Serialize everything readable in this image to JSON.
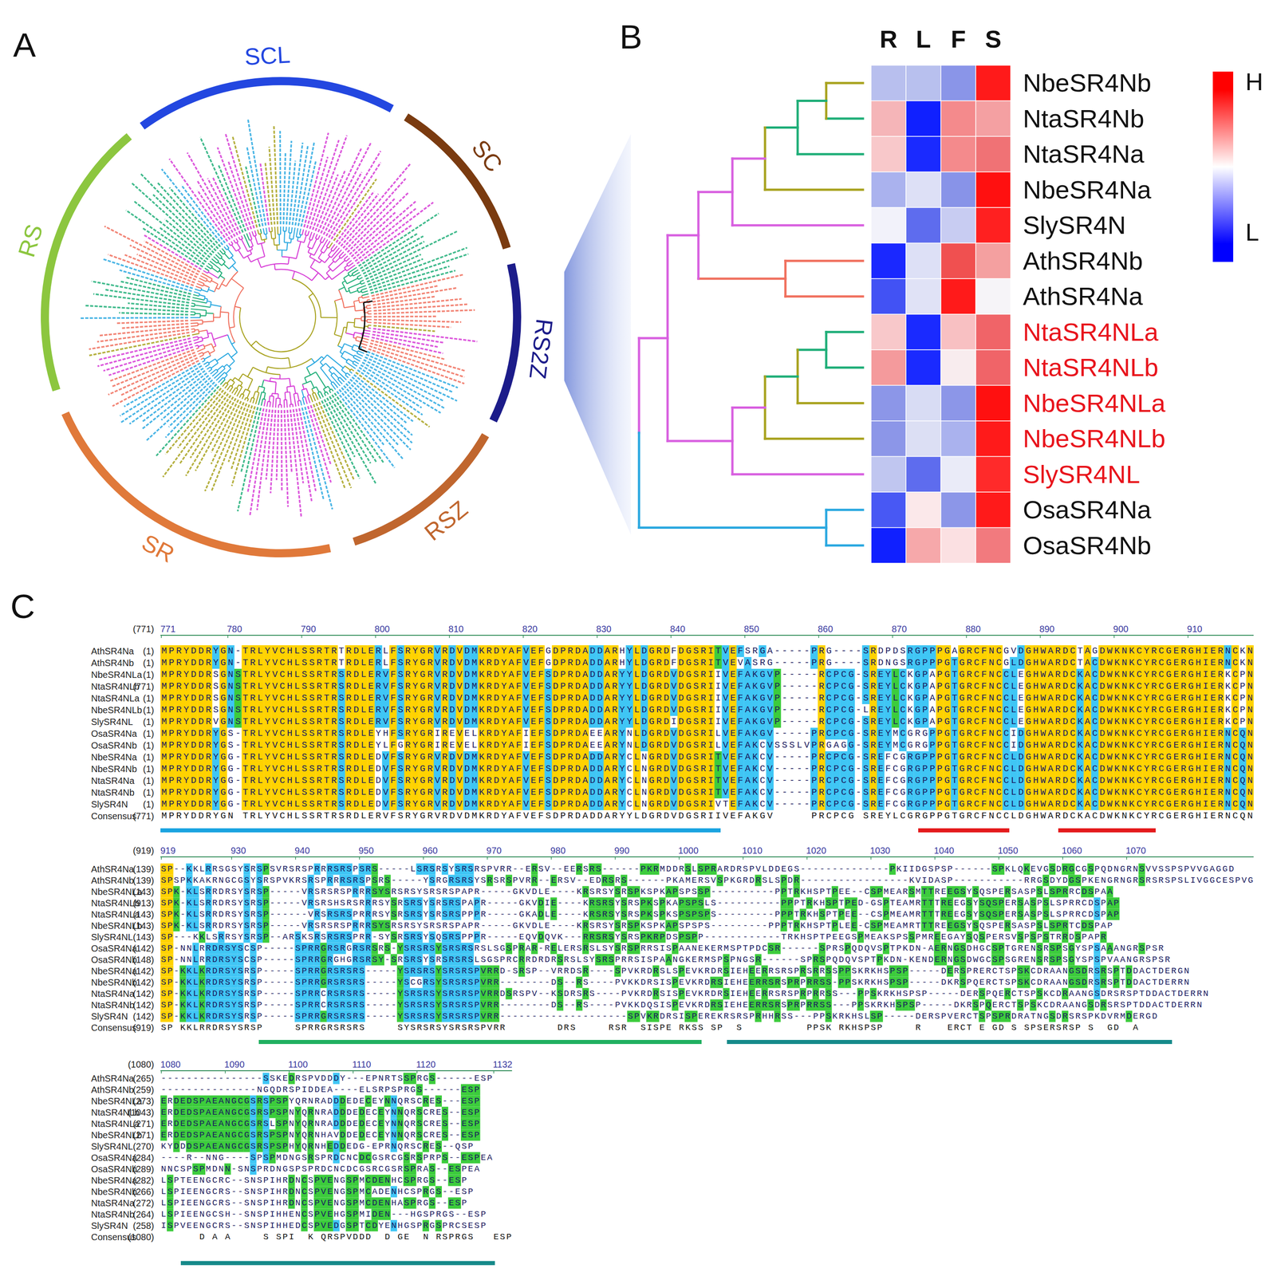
{
  "diagram": {
    "labels": [
      "A",
      "SCL",
      "SC",
      "RS2Z",
      "RSZ",
      "SR",
      "RS",
      "B",
      "R",
      "L",
      "F",
      "S",
      "NbeSR4Nb",
      "NtaSR4Nb",
      "NtaSR4Na",
      "NbeSR4Na",
      "SlySR4N",
      "AthSR4Nb",
      "AthSR4Na",
      "NtaSR4NLa",
      "NtaSR4NLb",
      "NbeSR4NLa",
      "NbeSR4NLb",
      "SlySR4NL",
      "OsaSR4Na",
      "OsaSR4Nb",
      "C",
      "(771)",
      "771",
      "780",
      "790",
      "800",
      "810",
      "820",
      "830",
      "840",
      "850",
      "860",
      "870",
      "880",
      "890",
      "900",
      "910",
      "AthSR4Na",
      "(1)",
      "MPRYDDRYGN-TRLYVCHLSSRTRTRDLERLFSRYGRVRDVDMKRDYAFVEFGDPRDADDARHYLDGRDFDGSRITVEFSRGA-----PRG----SRDPDSRGPPPGAGRCFNCGVDGHWARDCTAGDWKNKCYRCGERGHIERNCKN",
      "AthSR4Nb",
      "(1)",
      "MPRYDDRYGN-TRLYVCHLSSRTRTRDLERLFSRYGRVRDVDMKRDYAFVEFGDPRDADDARHYLDGRDFDGSRITVEVASRG-----PRG----SRDNGSRGPPPGTGRCFNCGLDGHWARDCTACDWKNKCYRCGERGHIERNCKN",
      "NbeSR4NLa",
      "(1)",
      "MPRYDDRSGNSTRLYVCHLSSRTRSRDLERVFSRYGRVRDVDMKRDYAFVEFSDPRDADDARYYLDGRDVDGSRIIVEFAKGVP-----RCPCG-SREYLCKGPAPGTGRCFNCCLEGHWARDCKACDWKNKCYRCGERGHIERKCPN",
      "NtaSR4NLb",
      "(771)",
      "MPRYDDRSGNSTRLYVCHLSSRTRSRDLERVFSRYGRVRDVDMKRDYAFVEFSDPRDADDARYYLDGRDVDGSRIIVEFAKGVP-----RCPCG-SREYLCKGPAPGTGRCFNCCLEGHWARDCKACDWKNKCYRCGERGHIERKCPN",
      "NtaSR4NLa",
      "(1)",
      "MPRYDDRSGNSTRLYVCHLSSRTRSRDLERVFSRYGRVRDVDMKRDYAFVEFSDPRDADDARYYLDGRDVDGSRIIVEFAKGVP-----RCPCG-SREYLCKGPAPGTGRCFNCCLEGHWARDCKACDWKNKCYRCGERGHIERKCPN",
      "NbeSR4NLb",
      "(1)",
      "MPRYDDRSGNSTRLYVCHLSSRTRSRDLERVFSRYGRVRDVDMKRDYAFVEFSDPRDADDARYYLDGRDVDGSRIIVEFAKGVP-----RCPCG-LREYLCKGPAPGTGRCFNCCLEGHWARDCKACDWKNKCYRCGERGHIERKCPN",
      "SlySR4NL",
      "(1)",
      "MPRYDDRVGNSTRLYVCHLSSRTRSRDLERVFSRYGRVRDVDMKRDYAFVEFSDPRDADDARYYLDGRDIDGSRIIVEFAKGVP-----RCPCG-SREYLCKGPAPGTGRCFNCCLEGHWARDCKACDWKNKCYRCGERGHIERKCPN",
      "OsaSR4Na",
      "(1)",
      "MPRYDDRYGS-TRLYVCHLSSRTRSRDLEYHFSRYGRIREVELKRDYAFIEFSDPRDAEEARYNLDGRDVDGSRILVEFAKGV-----PRCPCG-SREYMCGRGPPGTGRCFNCCIDGHWARDCKACDWKNKCYRCGERGHIERNCQN",
      "OsaSR4Nb",
      "(1)",
      "MPRYDDRYGS-TRLYVCHLSSRTRSRDLEYLFGRYGRIREVELKRDYAFIEFSDPRDAEEARYNLDGRDVDGSRILVEFAKCVSSSLVPRGAGG-SREYMCGRGPPGTGRCFNCCIDGHWARDCKACDWKNKCYRCGERGHIERNCQN",
      "NbeSR4Na",
      "(1)",
      "MPRYDDRYGG-TRLYVCHLSSRTRSRDLEDVFSRYGRVRDVDMKRDYAFVEFSDPRDADDARYCLNGRDVDGSRITVEFAKCV-----PRCPCG-SREFCGRGPPPGTGRCFNCCLDGHWARDCKACDWKNKCYRCGERGHIERNCQN",
      "NbeSR4Nb",
      "(1)",
      "MPRYDDRYGG-TRLYVCHLSSRTRSRDLEDVFSRYGRVRDVDMKRDYAFVEFSDPRDADDARYCLNGRDVDGSRITVEFAKCV-----PRCPCG-SREFCGRGPPPGTGRCFNCCLDGHWARDCKACDWKNKCYRCGERGHIERNCQN",
      "NtaSR4Na",
      "(1)",
      "MPRYDDRYGG-TRLYVCHLSSRTRSRDLEDVFSRYGRVRDVDMKRDYAFVEFSDPRDADDARYCLNGRDVDGSRITVEFAKCV-----PRCPCG-SREFCGRGPPPGTGRCFNCCLDGHWARDCKACDWKNKCYRCGERGHIERNCQN",
      "NtaSR4Nb",
      "(1)",
      "MPRYDDRYGG-TRLYVCHLSSRTRSRDLEDVFSRYGRVRDVDMKRDYAFVEFSDPRDADDARYCLNGRDVDGSRITVEFAKCV-----PRCPCG-SREFCGRGPPPGTGRCFNCCLDGHWARDCKACDWKNKCYRCGERGHIERNCQN",
      "SlySR4N",
      "(1)",
      "MPRYDDRYGG-TRLYVCHLSSRTRSRDLEDVFSRYGRVRDVDMKRDYAFVEFSDPRDADDARYCLNGRDVDGSRIVTEFAKCV-----PRCPCG-SREFCGRGPPPGTGRCFNCCLDGHWARDCKACDWKNKCYRCGERGHIERNCQN",
      "Consensus",
      "(771)",
      "MPRYDDRYGN TRLYVCHLSSRTRSRDLERVFSRYGRVRDVDMKRDYAFVEFSDPRDADDARYYLDGRDVDGSRIIVEFAKGV     PRCPCG SREYLCGRGPPGTGRCFNCCLDGHWARDCKACDWKNKCYRCGERGHIERNCQN",
      "(919)",
      "919",
      "930",
      "940",
      "950",
      "960",
      "970",
      "980",
      "990",
      "1000",
      "1010",
      "1020",
      "1030",
      "1040",
      "1050",
      "1060",
      "1070",
      "AthSR4Na",
      "(139)",
      "SP--KKLRRSGSYSRSPSVRSRSPRRRSRSPSRS-----LSRSRSYSRSRSPVRR--ERSV--EERSRS------PKRMDDRSLSPRARDRSPVLDDEGS--------------PKIIDGSPSP------SPKLQKEVGSDRGCGSPQDNGRNSVVSSPSPVVGAGGD",
      "AthSR4Nb",
      "(139)",
      "SPSPKKAKRNGCGSYSRSPVKRSRSPRRRSRSPSRS-----YSRGRSRSYSRSRSPVRR--ERSV--EDRSRS------PKAMERSVSPKGRDRSLSPDR-----------------KVIDASP-----------RRGSDYDGSPKENGRNGRSRSRSPSLIVGGCESPVG",
      "NbeSR4NLa",
      "(143)",
      "SPK-KLSRRDRSYSRSP-----VRSRSRSPRRRSYSRSRSYSRSRSPAPR-----GKVDLE----KRSRSYSRSPKSPKAPSPSSP----------PPTRKHSPTPEE--CSPMEARSMTTREEGSYSQSPERSASPSLSPRRCDSPAA",
      "NtaSR4NLb",
      "(913)",
      "SPK-KLSRRDRSYSRSP-----VRSRSHSRSRRRSYSRSRSYSRSRSPAPR-----GKVDIE----KRSRSYSRSPKSPKAPSPSLS----------PPPTRKHSPTPED-GSPTEAMRTTTREEGSYSQSPERSASPSLSPRRCDSPAP",
      "NtaSR4NLa",
      "(143)",
      "SPK-KLSRRDRSYSRSP------VRSRSRSPRRRSYSRSRSYSRSRSPPPR-----GKADLE----KRSRSYSRSPKSPKSPSPSPS---------PPPTRKHSPTPEE--CSPMEAMRTTTREEGSYSQSPERSASPSLSPRRCDSPAP",
      "NbeSR4NLb",
      "(143)",
      "SPK-KLSRRDRSYSRSP-----VRSRSRSPRRRSYSRSRSYSRSRSPAPR-----GKVDLE----KRSRSYSRSPKSPKAPSPSPS---------PPPTRKHSPTPLEE-CSPMEAMRTTTREEGSYSQSPERSASPSLSPRTCDSPAP",
      "SlySR4NL",
      "(143)",
      "SP---KKLSRRSYSRSP--ARSKSRSRSRSPRR-SYSRSRSYSQSRSPPPR-----EQVDQVK---RRSRSYSRSPKRPDSPSPP------------TRKHSPTPEEGSPMEAKSPSSPMREEGAYSQSPERSVSPSPSTRRDSPAPR",
      "OsaSR4Na",
      "(142)",
      "SP-NNLRRDRSYSCSP-----SPRRGRSRGRSRSRS-YSRSRSYSRSRSRSLSGSPRAR-RELERSRSLSYSRSPRRSISPAANEKERMSPTPDCSR------SPRSPQDQVSPTPKDN-AERNGSDHGCSPTGRENSRSPSGYSPSAAANGRSPSR",
      "OsaSR4Nb",
      "(148)",
      "SP-NNLRRDRSYSCSP-----SPRRGRGHGRSRSY-SRSRSYSRSRSRSLSGSPRCRRDRDRSRSLSYSRSPRRSISPAANGKERMSPSPNGSR------SPRSPQDQVSPTPKDN-KENDERNGSDWGCSPSGRENSRSPSGYSPSPVAANGRSPSR",
      "NbeSR4Na",
      "(142)",
      "SP-KKLKRDRSYSRSP-----SPRRGRSRSRS-----YSRSRSYSRSRSPVRRD-SRSP--VRRDSR----SPVKRDRSLSPEVKRDRSIEHEERRSRSPRSRRSSPPSKRKHSPSP-----DERSPRERCTSPSKCDRAANGSDRSRSPTDDACTDERGN",
      "NbeSR4Nb",
      "(142)",
      "SP-KKLKRDRSYSRSP-----SPRRGRSRSRS-----YSCGRSYSRSRSPVRR--------DS--RS----PVKKDRSISPEVKRDRSIEHEERRSRSPRPRRSS-PPSKRKHSPSP-----DKRSPQERCTSPSKCDRAANGSDRSRSPTDDACTDERRN",
      "NtaSR4Na",
      "(142)",
      "SP-KKLKRDRSYSRSP-----SPRRCRSRSRS-----YSRSRSYSRSRSPVRRDSRSPV--KSDRSRS----PVKRDRSISPEVKRDRSIEHEERRSRSPRPRRSS---PPSKRKHSPSP-----DERSPQERCTSPSKCDRAANGSDRSRSPTDDACTDERRN",
      "NtaSR4Nb",
      "(142)",
      "SP-KKLKRDRSYSRSP-----SPRRCRSRSRS-----YSRSRSYSRSRSPVRR--------DS--RS----PVKKDQSISPEVKRDRSIEHEERRSRSPRPRRSS---PPSKRKHSPSP-----DKRSPQERCTSPSKCDRAANGSDRSRSPTDDACTDERRN",
      "SlySR4N",
      "(142)",
      "SP-KKLKRDRSYSRSP-----SPRRGRSRSRS-----YSRSRSYSRSRSPVRR--------------------SPVKRDRSISPEREKRSRSPRHHRSS---PPSKRKHSLSP-----DERSPVERCTSPSPRDRATNGSDRSRSPKDVRMDERGD",
      "Consensus",
      "(919)",
      "SP KKLRRDRSYSRSP     SPRRGRSRSRS     SYSRSRSYSRSRSPVRR        DRS     RSR  SISPE RKSS SP  S          PPSK RKHSPSP     R    ERCT E GD S SPSERSRSP S  GD  A",
      "(1080)",
      "1080",
      "1090",
      "1100",
      "1110",
      "1120",
      "1132",
      "AthSR4Na",
      "(265)",
      "----------------SSKEDRSPVDDDY---EPNRTSSPRGS------ESP",
      "AthSR4Nb",
      "(259)",
      "---------------NGQDRSPIDDEA----ELSRPSPRGS------ESP",
      "NbeSR4NLa",
      "(273)",
      "ERDEDSPAEANGCGSRSPSPYQRNRADDDEDECEYNNQRSCRES---ESP",
      "NtaSR4NLb",
      "(1043)",
      "ERDEDSPAEANGCGSRSPSPNYQRNRADDDEDECEYNNQRSCRES--ESP",
      "NtaSR4NLa",
      "(271)",
      "ERDEDSPAEANGCGSRSLSPNYQRNRADDDEDECEYNNQRSCRES--ESP",
      "NbeSR4NLb",
      "(271)",
      "ERDEDSPAEANGCGSRSPSPNYQRNHAVDDEDECEYNNQRSCRES--ESP",
      "SlySR4NL",
      "(270)",
      "KYDDDSPAEANGCGSRSPSPHYQRNHEDDEDG-EPRNQRSCRES--QSP",
      "OsaSR4Na",
      "(284)",
      "----R--NNG----SPSPMDNGSRSPRDCNCDCGSRCGSRSPRPS--ESPEA",
      "OsaSR4Nb",
      "(289)",
      "NNCSPSPMDNN-SNSPRDNGSPSPRDCNCDCGSRCGSRSPRAS--ESPEA",
      "NbeSR4Na",
      "(282)",
      "LSPTEENGCRC--SNSPIHRDNCSPVENGSPMCDENHCSPRGS--ESP",
      "NbeSR4Nb",
      "(266)",
      "LSPIEENGCRS--SNSPIHRDNCSPVENGSPMCADENHCSPRGS--ESP",
      "NtaSR4Na",
      "(272)",
      "LSPIEENGCRS--SNSPIHRDNCSPVENGSPMCDENHASPRGS--ESP",
      "NtaSR4Nb",
      "(264)",
      "LSPIEENGCSH--SNSPIHHENCSPVEHGSPMIDEN---HGSPRGS--ESP",
      "SlySR4N",
      "(258)",
      "ISPVEENGCRS--SNSPIHHEDCSPVEDGSPTCDYENHGSPRGSPRCSESP",
      "Consensus",
      "(1080)",
      "      D A A     S SPI  K QRSPVDDD  D GE  N RSPRGS   ESP"
    ],
    "legend": [
      {
        "text": "H",
        "color": "#ff0000"
      },
      {
        "text": "L",
        "color": "#0000ff"
      }
    ]
  }
}
